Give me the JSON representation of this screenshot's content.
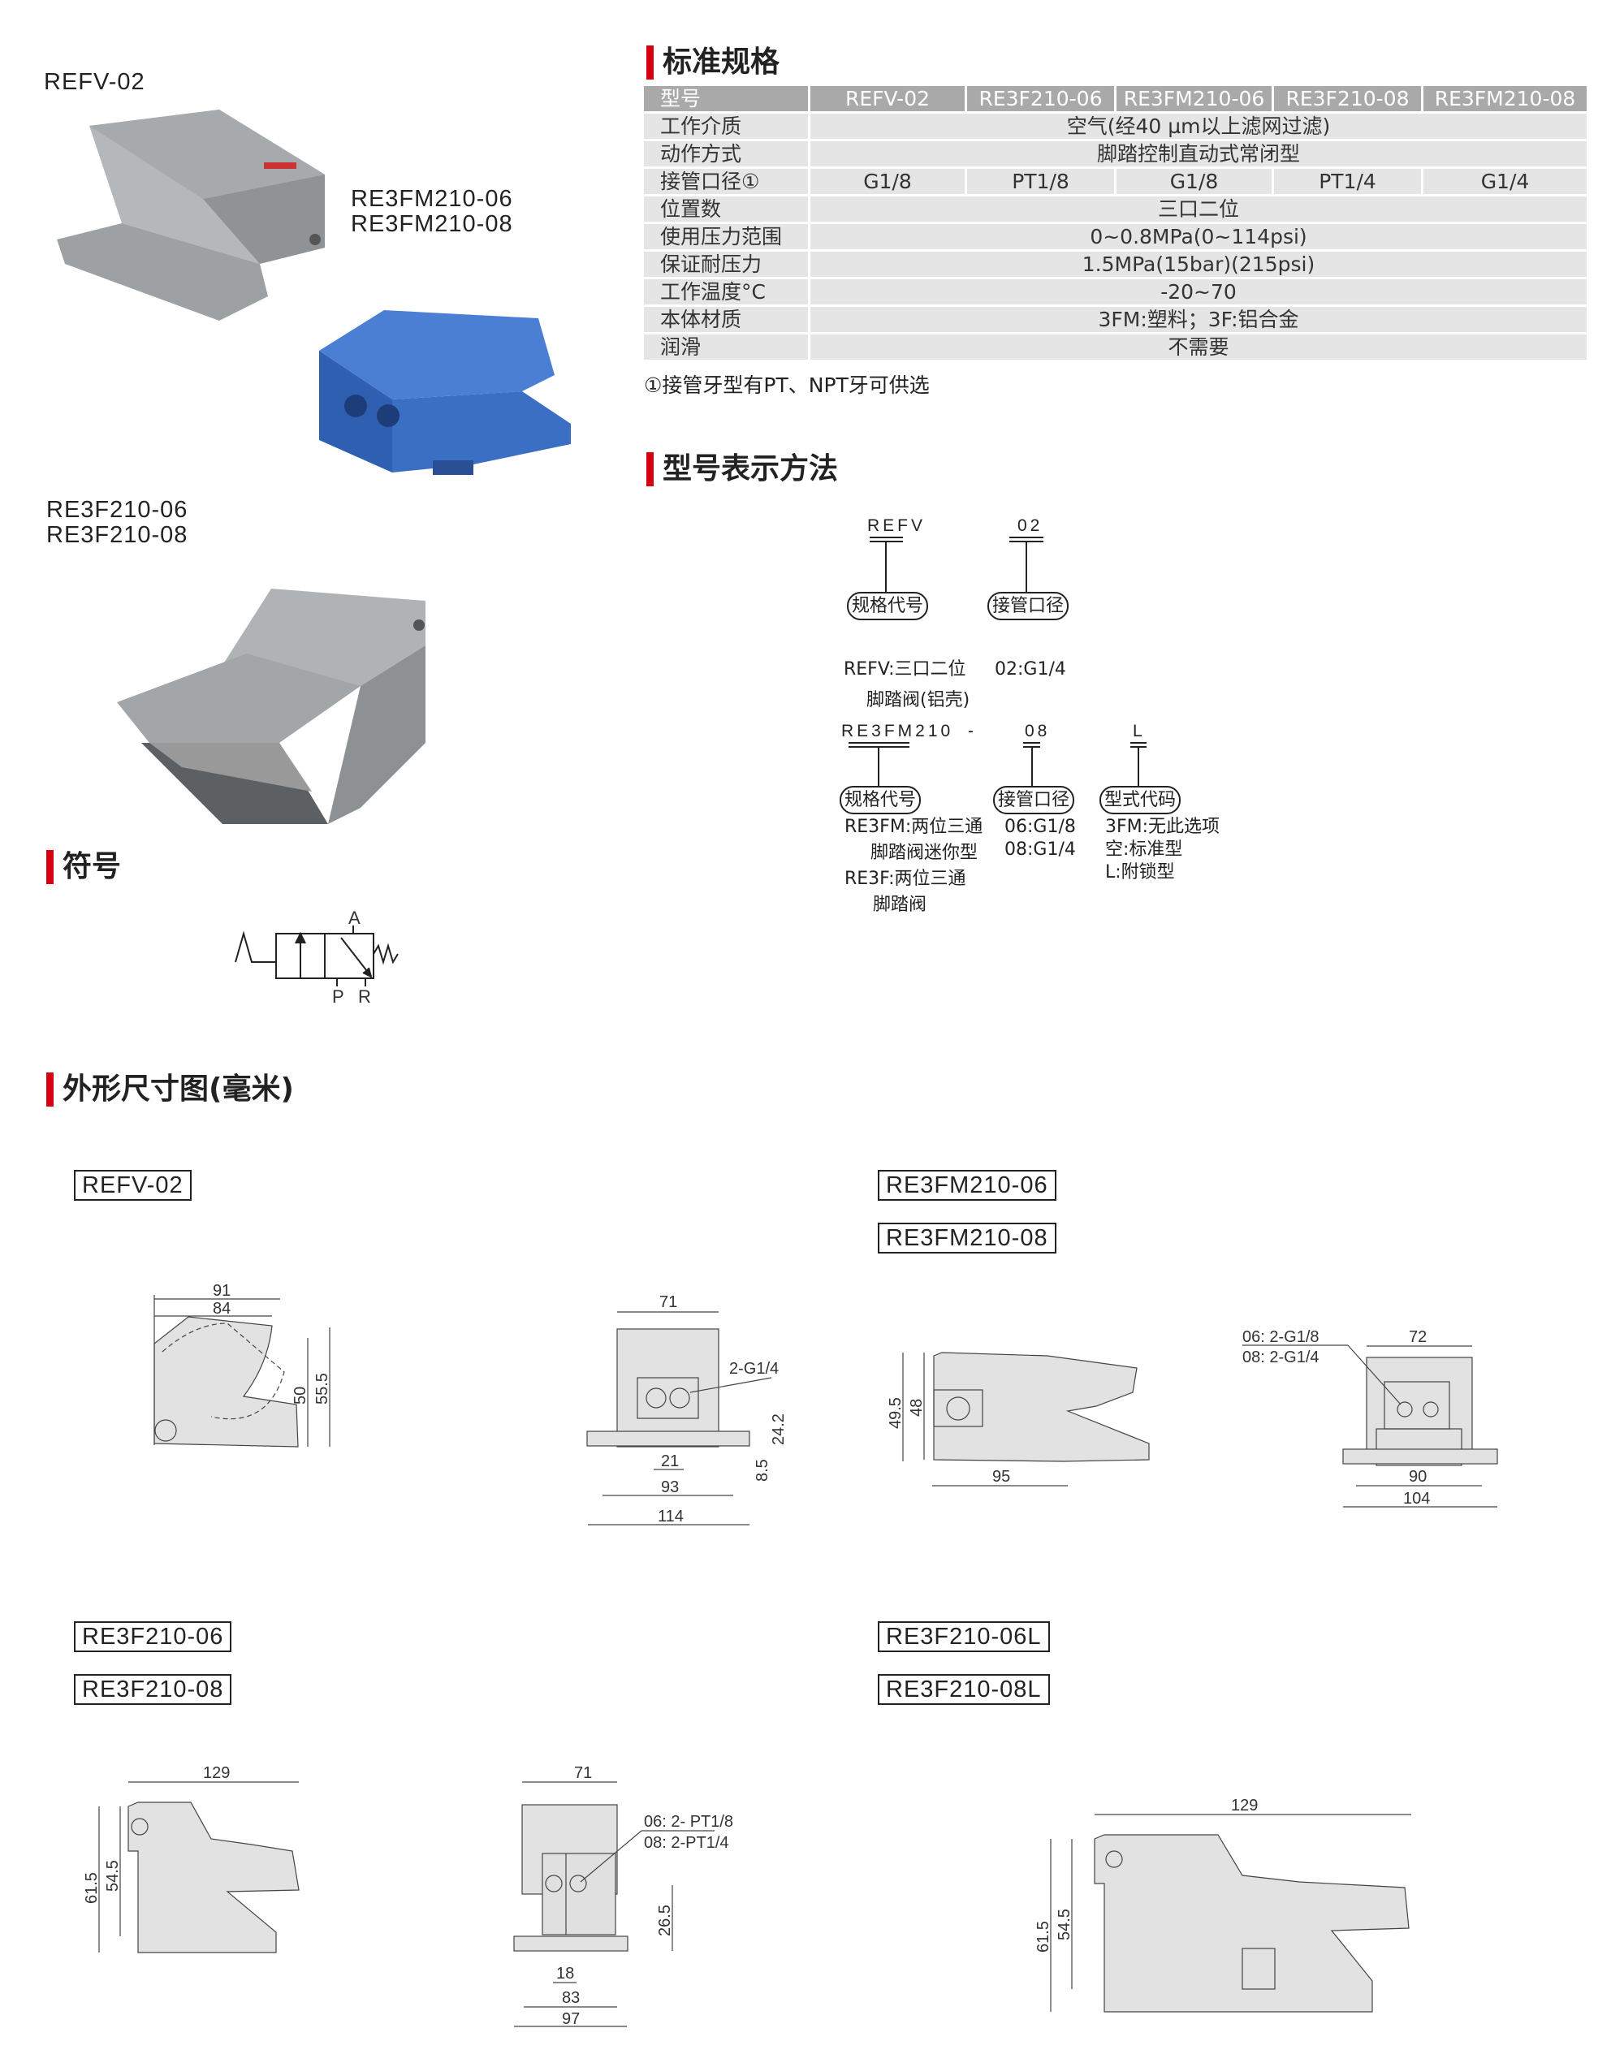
{
  "products": {
    "refv_label": "REFV-02",
    "re3fm_labels": [
      "RE3FM210-06",
      "RE3FM210-08"
    ],
    "re3f_labels": [
      "RE3F210-06",
      "RE3F210-08"
    ]
  },
  "sections": {
    "spec": "标准规格",
    "model": "型号表示方法",
    "symbol": "符号",
    "dimensions": "外形尺寸图(毫米)"
  },
  "spec_table": {
    "header": [
      "型号",
      "REFV-02",
      "RE3F210-06",
      "RE3FM210-06",
      "RE3F210-08",
      "RE3FM210-08"
    ],
    "rows": [
      {
        "label": "工作介质",
        "value": "空气(经40 µm以上滤网过滤)"
      },
      {
        "label": "动作方式",
        "value": "脚踏控制直动式常闭型"
      },
      {
        "label": "接管口径①",
        "values": [
          "G1/8",
          "PT1/8",
          "G1/8",
          "PT1/4",
          "G1/4"
        ]
      },
      {
        "label": "位置数",
        "value": "三口二位"
      },
      {
        "label": "使用压力范围",
        "value": "0~0.8MPa(0~114psi)"
      },
      {
        "label": "保证耐压力",
        "value": "1.5MPa(15bar)(215psi)"
      },
      {
        "label": "工作温度°C",
        "value": "-20~70"
      },
      {
        "label": "本体材质",
        "value": "3FM:塑料；3F:铝合金"
      },
      {
        "label": "润滑",
        "value": "不需要"
      }
    ],
    "footnote": "①接管牙型有PT、NPT牙可供选"
  },
  "model_code": {
    "refv": {
      "parts": [
        {
          "code": "REFV",
          "pill": "规格代号",
          "desc": [
            "REFV:三口二位",
            "脚踏阀(铝壳)"
          ]
        },
        {
          "code": "02",
          "pill": "接管口径",
          "desc": [
            "02:G1/4"
          ]
        }
      ]
    },
    "re3fm": {
      "separator": "-",
      "parts": [
        {
          "code": "RE3FM210",
          "pill": "规格代号",
          "desc": [
            "RE3FM:两位三通",
            "脚踏阀迷你型",
            "RE3F:两位三通",
            "脚踏阀"
          ]
        },
        {
          "code": "08",
          "pill": "接管口径",
          "desc": [
            "06:G1/8",
            "08:G1/4"
          ]
        },
        {
          "code": "L",
          "pill": "型式代码",
          "desc": [
            "3FM:无此选项",
            "空:标准型",
            "L:附锁型"
          ]
        }
      ]
    }
  },
  "symbol": {
    "ports": [
      "A",
      "P",
      "R"
    ]
  },
  "drawings": {
    "refv": {
      "labels": [
        "REFV-02"
      ],
      "side": [
        "91",
        "84",
        "50",
        "55.5"
      ],
      "front": [
        "71",
        "2-G1/4",
        "24.2",
        "8.5",
        "21",
        "93",
        "114"
      ]
    },
    "re3fm": {
      "labels": [
        "RE3FM210-06",
        "RE3FM210-08"
      ],
      "side": [
        "49.5",
        "48",
        "95"
      ],
      "front": [
        "06: 2-G1/8",
        "08: 2-G1/4",
        "72",
        "90",
        "104"
      ]
    },
    "re3f": {
      "labels": [
        "RE3F210-06",
        "RE3F210-08"
      ],
      "side": [
        "129",
        "61.5",
        "54.5"
      ],
      "front": [
        "71",
        "06:  2- PT1/8",
        "08:  2-PT1/4",
        "26.5",
        "18",
        "83",
        "97"
      ]
    },
    "re3fl": {
      "labels": [
        "RE3F210-06L",
        "RE3F210-08L"
      ],
      "side": [
        "129",
        "61.5",
        "54.5"
      ]
    }
  },
  "colors": {
    "accent": "#d7000f",
    "header_bg": "#a9a9a9",
    "row_bg": "#e5e5e5",
    "blue_body": "#3a6fc4"
  }
}
